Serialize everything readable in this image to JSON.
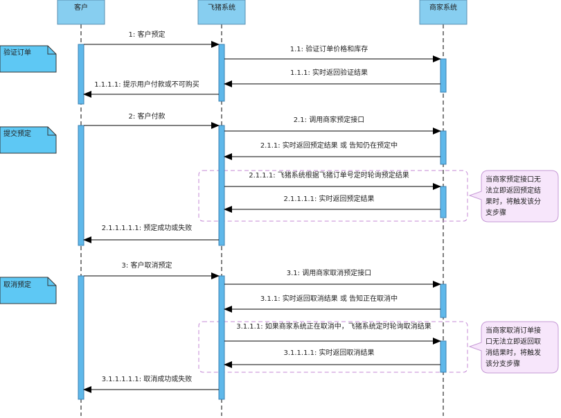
{
  "participants": [
    {
      "id": "customer",
      "label": "客户"
    },
    {
      "id": "fliggy",
      "label": "飞猪系统"
    },
    {
      "id": "merchant",
      "label": "商家系统"
    }
  ],
  "sections": [
    {
      "label": "验证订单"
    },
    {
      "label": "提交预定"
    },
    {
      "label": "取消预定"
    }
  ],
  "messages": [
    {
      "label": "1: 客户预定"
    },
    {
      "label": "1.1: 验证订单价格和库存"
    },
    {
      "label": "1.1.1: 实时返回验证结果"
    },
    {
      "label": "1.1.1.1: 提示用户付款或不可购买"
    },
    {
      "label": "2: 客户付款"
    },
    {
      "label": "2.1: 调用商家预定接口"
    },
    {
      "label": "2.1.1: 实时返回预定结果 或 告知仍在预定中"
    },
    {
      "label": "2.1.1.1: 飞猪系统根据飞猪订单号定时轮询预定结果"
    },
    {
      "label": "2.1.1.1.1: 实时返回预定结果"
    },
    {
      "label": "2.1.1.1.1.1: 预定成功或失败"
    },
    {
      "label": "3: 客户取消预定"
    },
    {
      "label": "3.1: 调用商家取消预定接口"
    },
    {
      "label": "3.1.1: 实时返回取消结果 或 告知正在取消中"
    },
    {
      "label": "3.1.1.1: 如果商家系统正在取消中，飞猪系统定时轮询取消结果"
    },
    {
      "label": "3.1.1.1.1: 实时返回取消结果"
    },
    {
      "label": "3.1.1.1.1.1: 取消成功或失败"
    }
  ],
  "notes": [
    {
      "lines": [
        "当商家预定接口无",
        "法立即返回预定结",
        "果时，将触发该分",
        "支步骤"
      ]
    },
    {
      "lines": [
        "当商家取消订单接",
        "口无法立即返回取",
        "消结果时，将触发",
        "该分支步骤"
      ]
    }
  ],
  "colors": {
    "header_fill": "#87cef0",
    "activation_fill": "#5fb8ea",
    "section_fill": "#5ec8f4",
    "note_fill": "#f7e6fb",
    "note_border": "#c69ad6",
    "frame_border": "#c48ad6",
    "line": "#000000"
  }
}
